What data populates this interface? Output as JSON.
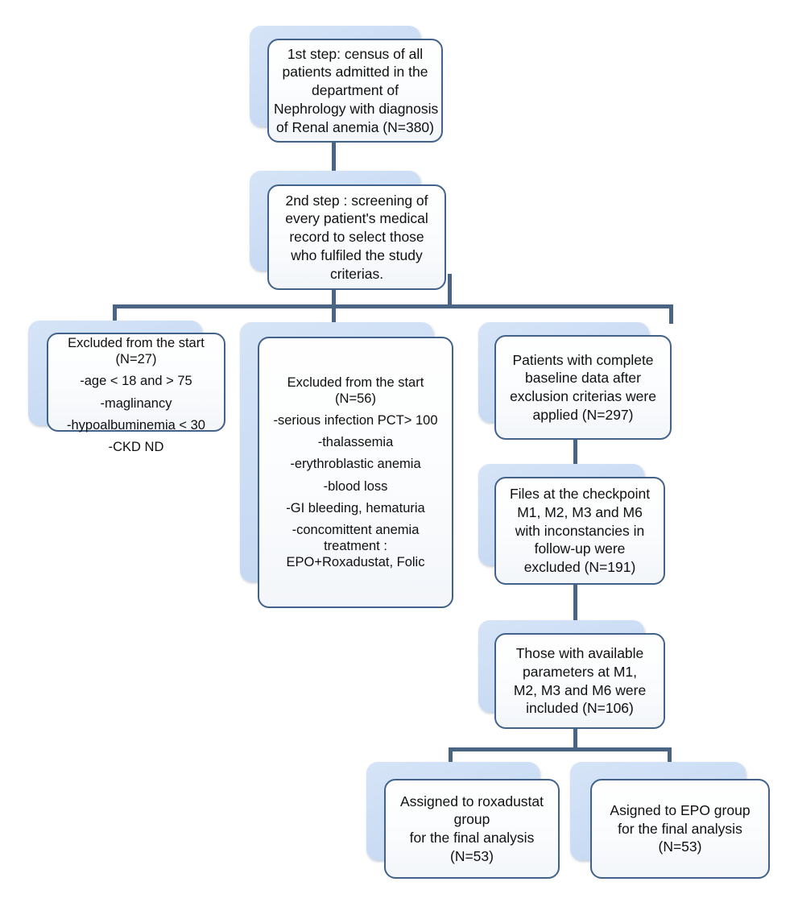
{
  "diagram": {
    "title": "Study patient selection flowchart",
    "type": "flowchart",
    "colors": {
      "connector": "#4a6484",
      "card_border": "#42628a",
      "card_fill": "#fdfeff",
      "shadow_fill": "#ccdcf4",
      "text": "#101010"
    },
    "nodes": [
      {
        "id": "step1",
        "name": "census-node",
        "lines": [
          "1st step: census of all",
          "patients admitted in the",
          "department of",
          "Nephrology with diagnosis",
          "of Renal anemia (N=380)"
        ],
        "count": "N=380"
      },
      {
        "id": "step2",
        "name": "screening-node",
        "lines": [
          "2nd step : screening of",
          "every patient's medical",
          "record to select those",
          "who fulfiled the study",
          "criterias."
        ],
        "count": ""
      },
      {
        "id": "excluded27",
        "name": "excluded-start-27-node",
        "lines": [
          "Excluded from the start",
          "(N=27)",
          "",
          "-age < 18 and > 75",
          "",
          "-maglinancy",
          "",
          "-hypoalbuminemia < 30",
          "",
          "-CKD ND"
        ],
        "count": "N=27"
      },
      {
        "id": "excluded56",
        "name": "excluded-start-56-node",
        "lines": [
          "Excluded from the start",
          "(N=56)",
          "",
          "-serious infection PCT> 100",
          "",
          "-thalassemia",
          "",
          "-erythroblastic anemia",
          "",
          "-blood loss",
          "",
          "-GI bleeding, hematuria",
          "",
          "-concomittent anemia",
          "treatment :",
          "EPO+Roxadustat, Folic"
        ],
        "count": "N=56"
      },
      {
        "id": "baseline297",
        "name": "complete-baseline-node",
        "lines": [
          "Patients with complete",
          "baseline data after",
          "exclusion criterias were",
          "applied  (N=297)"
        ],
        "count": "N=297"
      },
      {
        "id": "excluded191",
        "name": "inconstancies-excluded-node",
        "lines": [
          "Files at the checkpoint",
          "M1, M2, M3 and M6",
          "with inconstancies in",
          "follow-up were",
          "excluded (N=191)"
        ],
        "count": "N=191"
      },
      {
        "id": "included106",
        "name": "included-node",
        "lines": [
          "Those with available",
          "parameters at M1,",
          "M2, M3 and M6 were",
          "included (N=106)"
        ],
        "count": "N=106"
      },
      {
        "id": "roxa53",
        "name": "roxadustat-group-node",
        "lines": [
          "Assigned to roxadustat",
          "group",
          "for the final analysis",
          "(N=53)"
        ],
        "count": "N=53"
      },
      {
        "id": "epo53",
        "name": "epo-group-node",
        "lines": [
          "Asigned to EPO group",
          "for the final analysis",
          "(N=53)"
        ],
        "count": "N=53"
      }
    ]
  }
}
